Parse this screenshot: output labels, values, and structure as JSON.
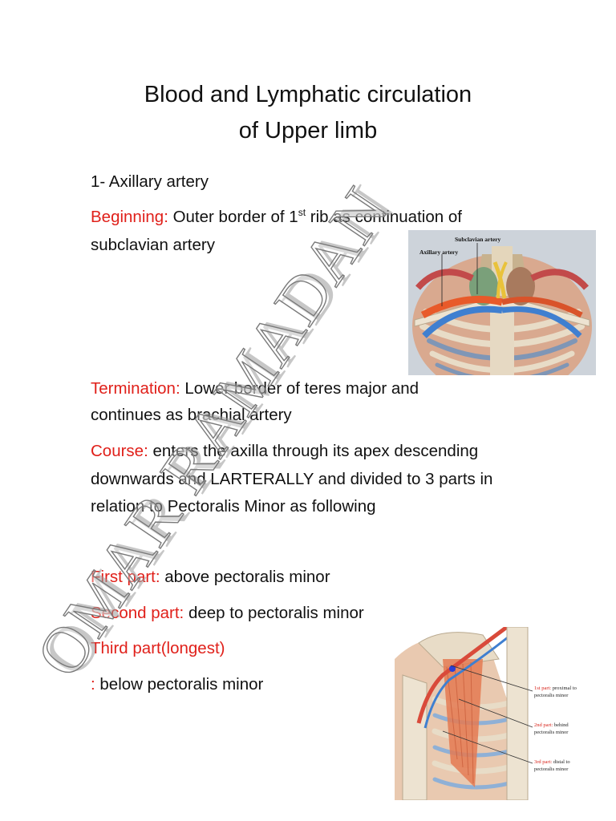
{
  "title": {
    "line1": "Blood and Lymphatic circulation",
    "line2": "of  Upper limb"
  },
  "heading": "1- Axillary artery",
  "beginning": {
    "label": "Beginning:",
    "text_a": " Outer border of 1",
    "sup": "st",
    "text_b": " rib as continuation of",
    "text_c": "subclavian artery"
  },
  "termination": {
    "label": "Termination:",
    "text_a": " Lower border of teres major and",
    "text_b": "continues as brachial artery"
  },
  "course": {
    "label": "Course:",
    "text_a": " enters the axilla through its apex descending",
    "text_b": "downwards and LARTERALLY and divided to 3 parts in",
    "text_c": "relation to Pectoralis Minor as following"
  },
  "parts": {
    "first_label": "First part:",
    "first_text": " above pectoralis minor",
    "second_label": "Second part:",
    "second_text": " deep to pectoralis minor",
    "third_label": "Third part(longest)",
    "third_colon": ":",
    "third_text": " below pectoralis minor"
  },
  "figure1": {
    "label_subclavian": "Subclavian artery",
    "label_axillary": "Axillary artery"
  },
  "figure2": {
    "label1_red": "1st part:",
    "label1_rest": " proximal to",
    "label1_line2": "pectoralis minor",
    "label2_red": "2nd part:",
    "label2_rest": " behind",
    "label2_line2": "pectoralis minor",
    "label3_red": "3rd part:",
    "label3_rest": " distal to",
    "label3_line2": "pectoralis minor"
  },
  "watermark": "OMAR RAMADAN",
  "colors": {
    "accent_red": "#e0201a",
    "text": "#111111"
  }
}
